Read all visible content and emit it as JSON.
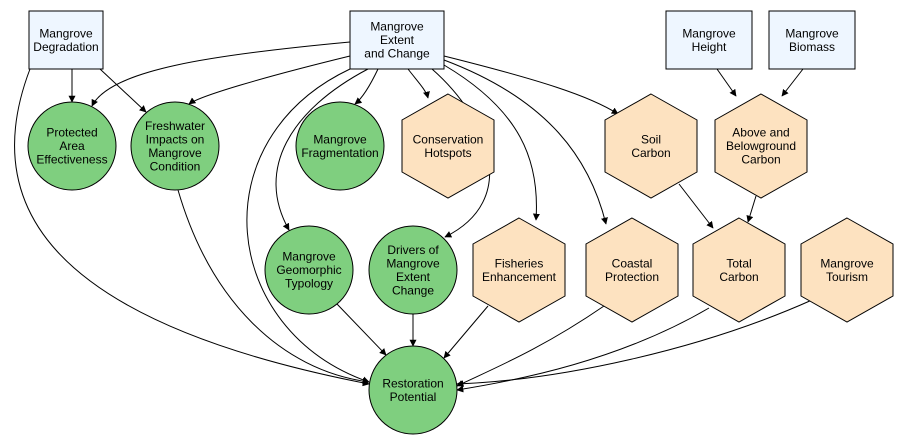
{
  "colors": {
    "box_fill": "#eef6ff",
    "circle_fill": "#7fcf7f",
    "hexagon_fill": "#fde2c0",
    "stroke": "#000000",
    "edge": "#000000"
  },
  "nodes": {
    "mangrove_degradation": {
      "shape": "box",
      "lines": [
        "Mangrove",
        "Degradation"
      ]
    },
    "mangrove_extent_change": {
      "shape": "box",
      "lines": [
        "Mangrove",
        "Extent",
        "and Change"
      ]
    },
    "mangrove_height": {
      "shape": "box",
      "lines": [
        "Mangrove",
        "Height"
      ]
    },
    "mangrove_biomass": {
      "shape": "box",
      "lines": [
        "Mangrove",
        "Biomass"
      ]
    },
    "protected_area": {
      "shape": "circle",
      "lines": [
        "Protected",
        "Area",
        "Effectiveness"
      ]
    },
    "freshwater_impacts": {
      "shape": "circle",
      "lines": [
        "Freshwater",
        "Impacts on",
        "Mangrove",
        "Condition"
      ]
    },
    "fragmentation": {
      "shape": "circle",
      "lines": [
        "Mangrove",
        "Fragmentation"
      ]
    },
    "conservation_hotspots": {
      "shape": "hexagon",
      "lines": [
        "Conservation",
        "Hotspots"
      ]
    },
    "soil_carbon": {
      "shape": "hexagon",
      "lines": [
        "Soil",
        "Carbon"
      ]
    },
    "above_below_carbon": {
      "shape": "hexagon",
      "lines": [
        "Above and",
        "Belowground",
        "Carbon"
      ]
    },
    "geomorphic_typology": {
      "shape": "circle",
      "lines": [
        "Mangrove",
        "Geomorphic",
        "Typology"
      ]
    },
    "drivers_extent_change": {
      "shape": "circle",
      "lines": [
        "Drivers of",
        "Mangrove",
        "Extent",
        "Change"
      ]
    },
    "fisheries_enhancement": {
      "shape": "hexagon",
      "lines": [
        "Fisheries",
        "Enhancement"
      ]
    },
    "coastal_protection": {
      "shape": "hexagon",
      "lines": [
        "Coastal",
        "Protection"
      ]
    },
    "total_carbon": {
      "shape": "hexagon",
      "lines": [
        "Total",
        "Carbon"
      ]
    },
    "mangrove_tourism": {
      "shape": "hexagon",
      "lines": [
        "Mangrove",
        "Tourism"
      ]
    },
    "restoration_potential": {
      "shape": "circle",
      "lines": [
        "Restoration",
        "Potential"
      ]
    }
  },
  "edges": [
    [
      "mangrove_degradation",
      "protected_area"
    ],
    [
      "mangrove_degradation",
      "freshwater_impacts"
    ],
    [
      "mangrove_degradation",
      "restoration_potential"
    ],
    [
      "mangrove_extent_change",
      "protected_area"
    ],
    [
      "mangrove_extent_change",
      "freshwater_impacts"
    ],
    [
      "mangrove_extent_change",
      "fragmentation"
    ],
    [
      "mangrove_extent_change",
      "conservation_hotspots"
    ],
    [
      "mangrove_extent_change",
      "soil_carbon"
    ],
    [
      "mangrove_extent_change",
      "geomorphic_typology"
    ],
    [
      "mangrove_extent_change",
      "drivers_extent_change"
    ],
    [
      "mangrove_extent_change",
      "fisheries_enhancement"
    ],
    [
      "mangrove_extent_change",
      "coastal_protection"
    ],
    [
      "mangrove_extent_change",
      "restoration_potential"
    ],
    [
      "mangrove_height",
      "above_below_carbon"
    ],
    [
      "mangrove_biomass",
      "above_below_carbon"
    ],
    [
      "soil_carbon",
      "total_carbon"
    ],
    [
      "above_below_carbon",
      "total_carbon"
    ],
    [
      "freshwater_impacts",
      "restoration_potential"
    ],
    [
      "geomorphic_typology",
      "restoration_potential"
    ],
    [
      "drivers_extent_change",
      "restoration_potential"
    ],
    [
      "fisheries_enhancement",
      "restoration_potential"
    ],
    [
      "coastal_protection",
      "restoration_potential"
    ],
    [
      "total_carbon",
      "restoration_potential"
    ],
    [
      "mangrove_tourism",
      "restoration_potential"
    ]
  ]
}
